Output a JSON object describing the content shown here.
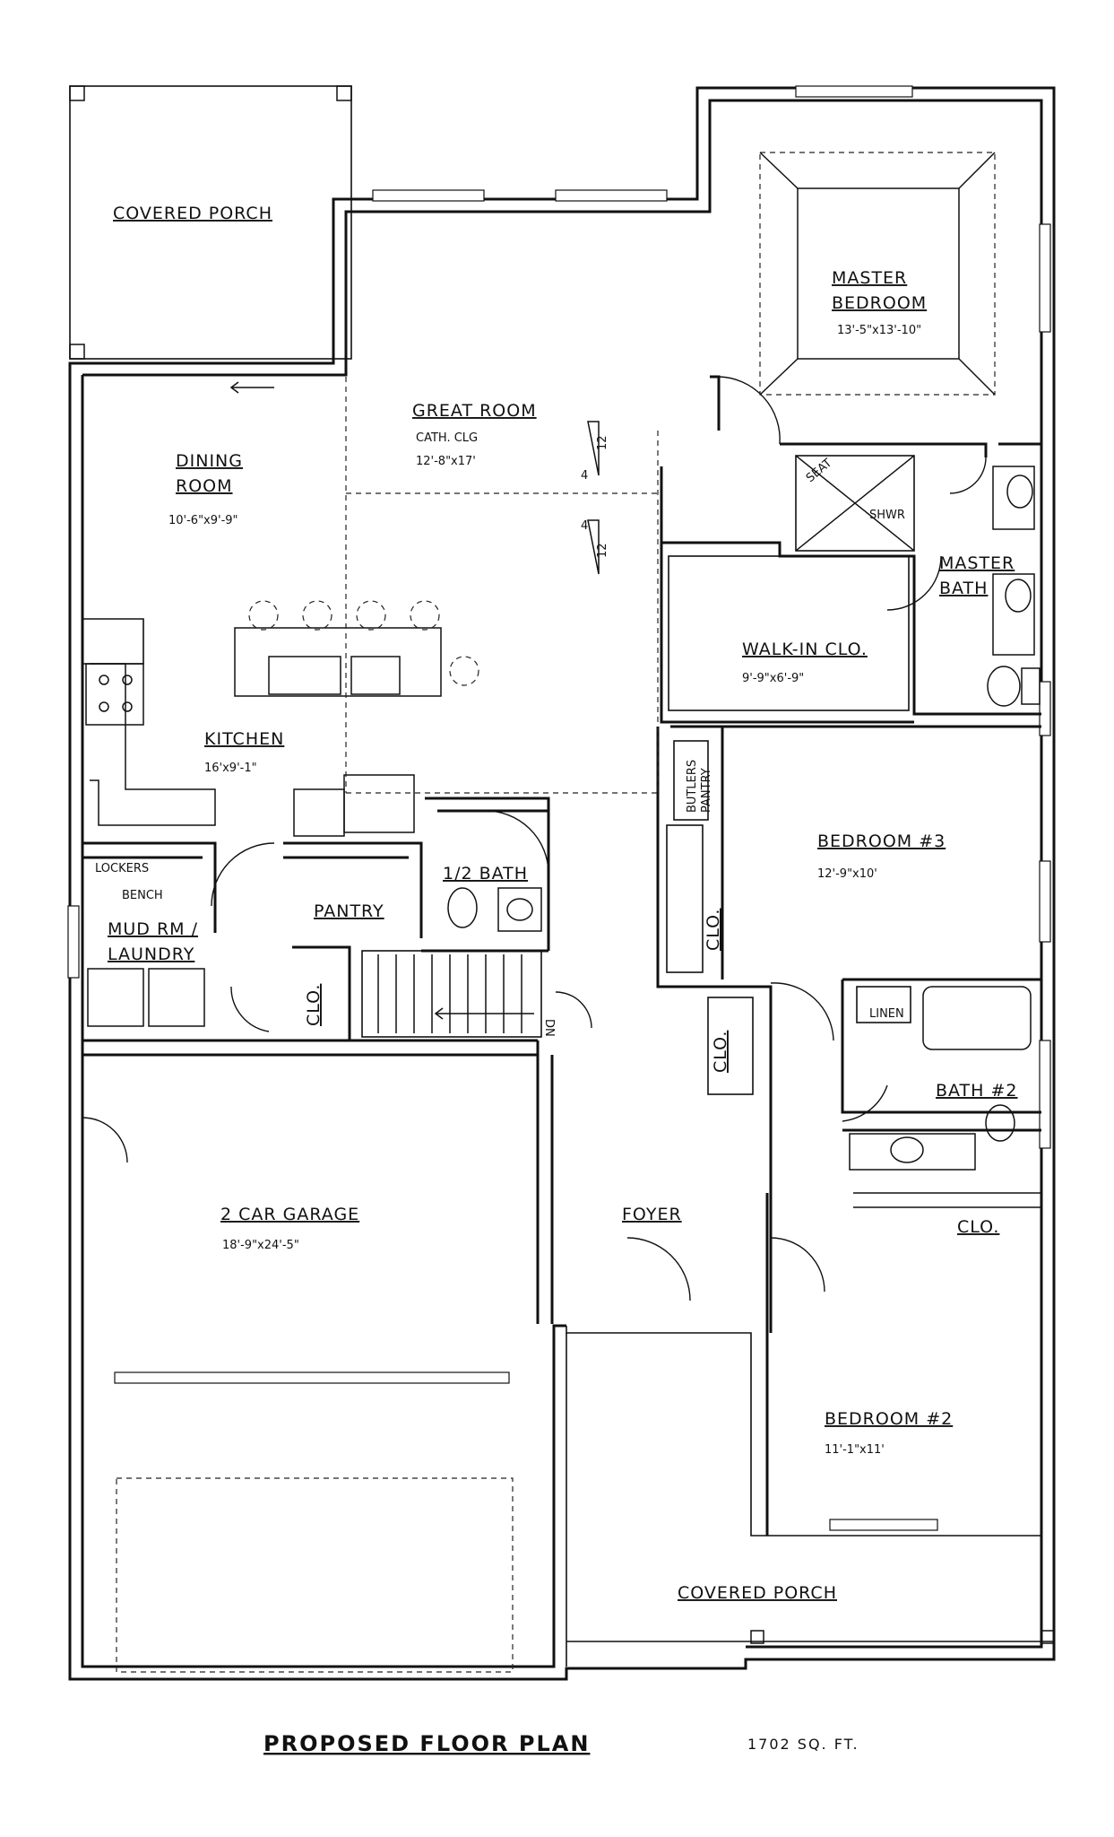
{
  "plan": {
    "title": "PROPOSED FLOOR PLAN",
    "area": "1702 SQ. FT."
  },
  "rooms": {
    "covered_porch_back": {
      "name": "COVERED PORCH"
    },
    "great_room": {
      "name": "GREAT ROOM",
      "note": "CATH. CLG",
      "size": "12'-8\"x17'"
    },
    "master_bedroom": {
      "name_line1": "MASTER",
      "name_line2": "BEDROOM",
      "size": "13'-5\"x13'-10\""
    },
    "dining_room": {
      "name_line1": "DINING",
      "name_line2": "ROOM",
      "size": "10'-6\"x9'-9\""
    },
    "master_bath": {
      "name_line1": "MASTER",
      "name_line2": "BATH"
    },
    "walk_in_closet": {
      "name": "WALK-IN CLO.",
      "size": "9'-9\"x6'-9\""
    },
    "kitchen": {
      "name": "KITCHEN",
      "size": "16'x9'-1\""
    },
    "butlers_pantry": {
      "name_line1": "BUTLERS",
      "name_line2": "PANTRY"
    },
    "bedroom_3": {
      "name": "BEDROOM #3",
      "size": "12'-9\"x10'"
    },
    "lockers": {
      "name": "LOCKERS"
    },
    "bench": {
      "name": "BENCH"
    },
    "half_bath": {
      "name": "1/2 BATH"
    },
    "pantry": {
      "name": "PANTRY"
    },
    "mud_room": {
      "name_line1": "MUD RM /",
      "name_line2": "LAUNDRY"
    },
    "closet_stair": {
      "name": "CLO."
    },
    "closet_bed3": {
      "name": "CLO."
    },
    "closet_hall": {
      "name": "CLO."
    },
    "linen": {
      "name": "LINEN"
    },
    "bath_2": {
      "name": "BATH #2"
    },
    "garage": {
      "name": "2 CAR GARAGE",
      "size": "18'-9\"x24'-5\""
    },
    "foyer": {
      "name": "FOYER"
    },
    "closet_bed2": {
      "name": "CLO."
    },
    "bedroom_2": {
      "name": "BEDROOM #2",
      "size": "11'-1\"x11'"
    },
    "covered_porch_front": {
      "name": "COVERED PORCH"
    }
  },
  "annotations": {
    "seat": "SEAT",
    "shower": "SHWR",
    "stair_direction": "DN",
    "slope_rise": "4",
    "slope_run": "12"
  }
}
